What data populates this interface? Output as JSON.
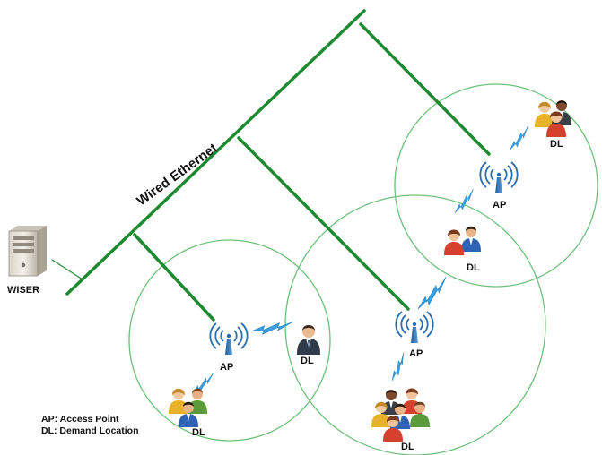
{
  "diagram": {
    "backbone_label": "Wired Ethernet",
    "server_label": "WISER",
    "ap_label": "AP",
    "dl_label": "DL",
    "legend": {
      "ap": "AP: Access Point",
      "dl": "DL: Demand Location"
    },
    "colors": {
      "ethernet": "#1e8a30",
      "coverage": "#6dbf7a",
      "wireless": "#3aa0e0",
      "antenna": "#2a6fb0"
    },
    "icons": [
      "server-icon",
      "access-point-icon",
      "user-group-icon",
      "user-icon"
    ]
  }
}
